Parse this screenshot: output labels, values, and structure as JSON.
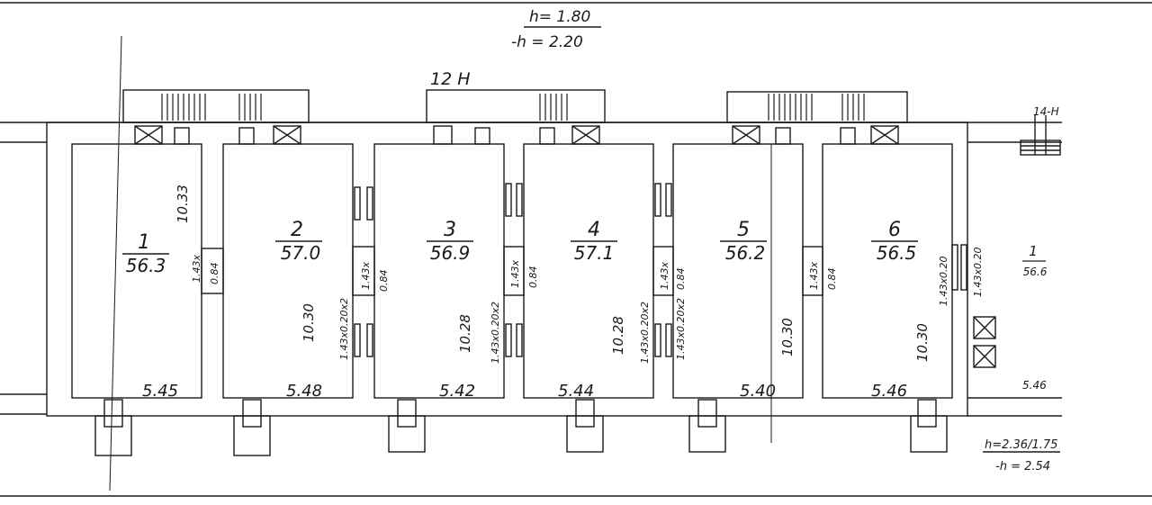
{
  "header": {
    "height_top": "h= 1.80",
    "height_bottom": "-h = 2.20",
    "axis_left": "12 H",
    "axis_right": "14-Н"
  },
  "rooms": [
    {
      "number": "1",
      "area": "56.3",
      "length": "10.33",
      "width": "5.45",
      "door": "1.43x",
      "door_w": "0.84"
    },
    {
      "number": "2",
      "area": "57.0",
      "length": "10.30",
      "width": "5.48",
      "window": "1.43x0.20x2",
      "door": "1.43x",
      "door_w": "0.84"
    },
    {
      "number": "3",
      "area": "56.9",
      "length": "10.28",
      "width": "5.42",
      "window": "1.43x0.20x2",
      "door": "1.43x",
      "door_w": "0.84"
    },
    {
      "number": "4",
      "area": "57.1",
      "length": "10.28",
      "width": "5.44",
      "window": "1.43x0.20x2",
      "door": "1.43x",
      "door_w": "0.84"
    },
    {
      "number": "5",
      "area": "56.2",
      "length": "10.30",
      "width": "5.40",
      "window": "1.43x0.20x2",
      "door": "1.43x",
      "door_w": "0.84"
    },
    {
      "number": "6",
      "area": "56.5",
      "length": "10.30",
      "width": "5.46",
      "window": "1.43x0.20",
      "door": "1.43x0.20"
    }
  ],
  "right_room": {
    "number": "1",
    "area": "56.6",
    "width": "5.46",
    "window": "1.43x0.20"
  },
  "footer": {
    "height_a": "h=2.36/1.75",
    "height_b": "-h = 2.54"
  },
  "colors": {
    "line": "#1a1a1a",
    "paper": "#ffffff"
  }
}
